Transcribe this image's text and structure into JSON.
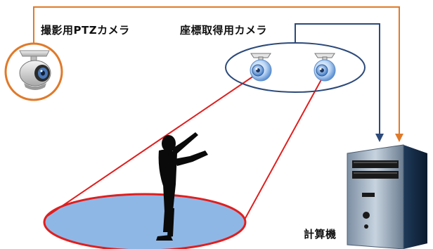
{
  "labels": {
    "ptz_camera": "撮影用PTZカメラ",
    "coord_cameras": "座標取得用カメラ",
    "computer": "計算機"
  },
  "icons": {
    "ptz_camera": "ptz-camera-icon",
    "coord_camera": "webcam-icon",
    "computer": "desktop-tower-icon",
    "person": "person-silhouette-icon"
  },
  "colors": {
    "ptz_connection": "#e07a2a",
    "coord_connection": "#2c4a7a",
    "view_lines": "#e01f1f",
    "floor_fill": "#8fb7e6",
    "floor_border": "#e01f1f",
    "camera_group_border": "#2c4a7a"
  }
}
